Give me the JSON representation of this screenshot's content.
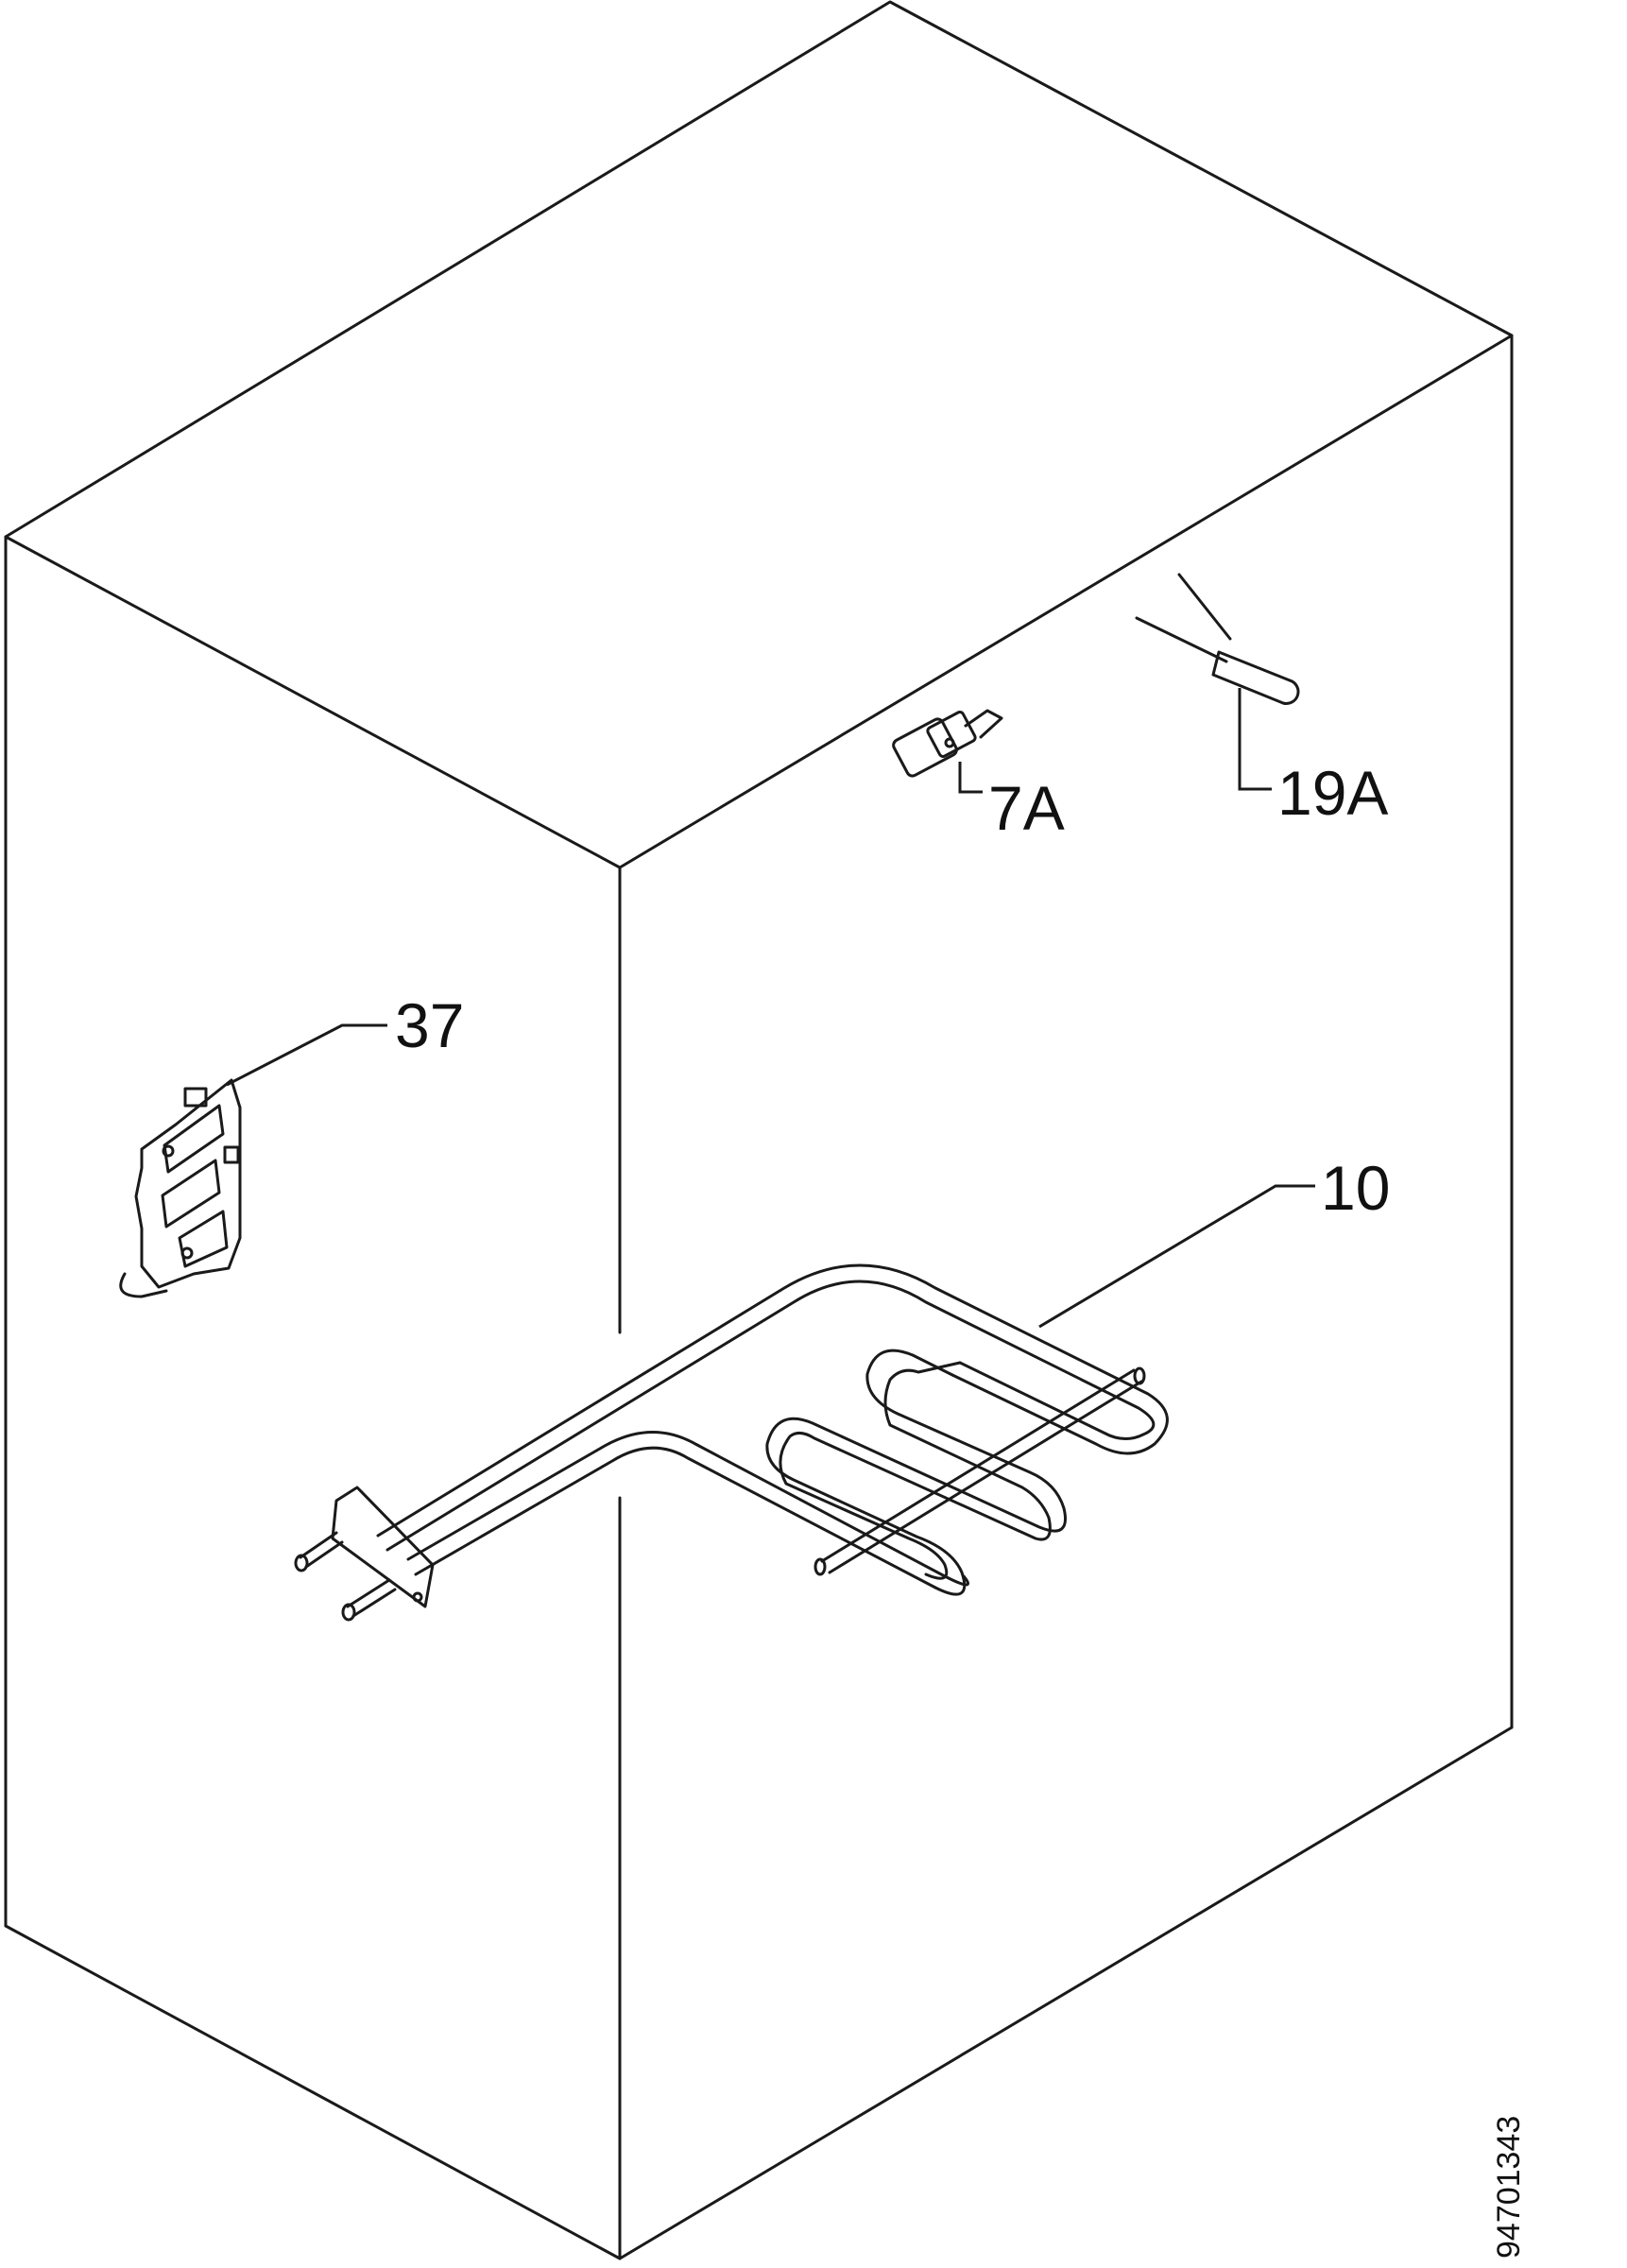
{
  "diagram": {
    "callouts": {
      "grill_element": "10",
      "thermostat_switch": "7A",
      "temperature_sensor": "19A",
      "terminal_block": "37"
    },
    "drawing_number": "94701343"
  }
}
